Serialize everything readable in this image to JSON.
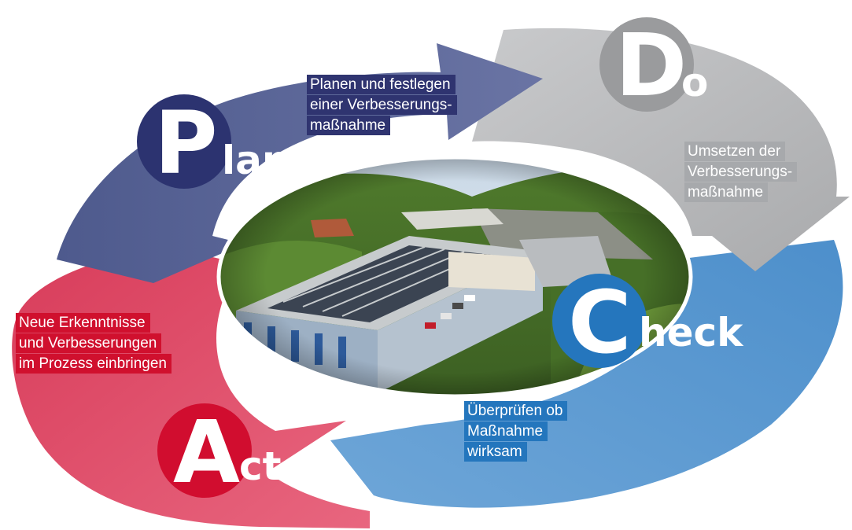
{
  "phases": {
    "plan": {
      "letter": "P",
      "rest": "lan",
      "lines": [
        "Planen und festlegen",
        "einer Verbesserungs-",
        "maßnahme"
      ]
    },
    "do": {
      "letter": "D",
      "rest": "o",
      "lines": [
        "Umsetzen der",
        "Verbesserungs-",
        "maßnahme"
      ]
    },
    "check": {
      "letter": "C",
      "rest": "heck",
      "lines": [
        "Überprüfen ob",
        "Maßnahme",
        "wirksam"
      ]
    },
    "act": {
      "letter": "A",
      "rest": "ct",
      "lines": [
        "Neue Erkenntnisse",
        "und Verbesserungen",
        "im Prozess einbringen"
      ]
    }
  },
  "colors": {
    "plan": "#5a6496",
    "plan_circle": "#2c3370",
    "do": "#b8b9bb",
    "do_circle": "#9a9b9d",
    "check": "#5c9ad0",
    "check_circle": "#2576bd",
    "act": "#e2546e",
    "act_circle": "#d10d2f"
  },
  "photo": {
    "icon": "aerial-factory-photo"
  }
}
